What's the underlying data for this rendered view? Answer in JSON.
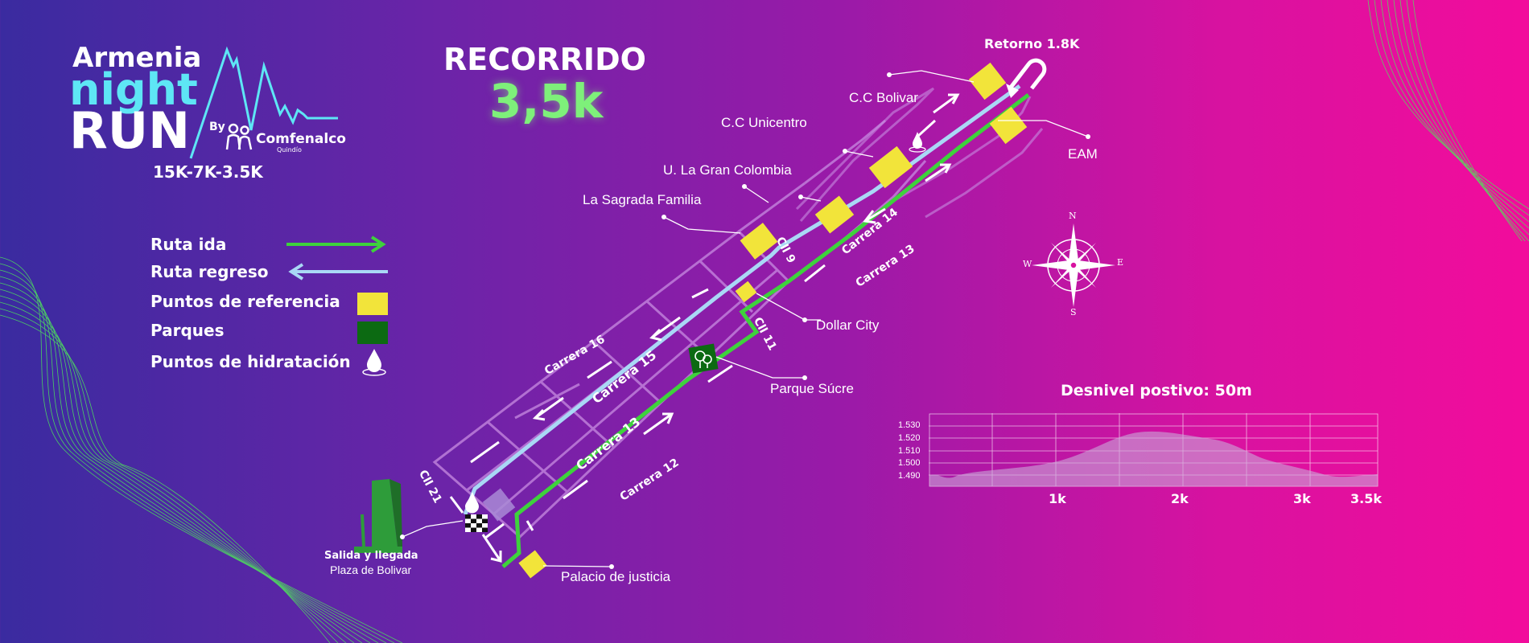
{
  "logo": {
    "line1": "Armenia",
    "line2": "night",
    "line3": "RUN",
    "by": "By",
    "sponsor": "Comfenalco",
    "sponsor_sub": "Quindío",
    "distances": "15K-7K-3.5K"
  },
  "title": {
    "heading": "RECORRIDO",
    "distance": "3,5k"
  },
  "legend": {
    "items": [
      {
        "label": "Ruta ida",
        "symbol": "green-arrow-right"
      },
      {
        "label": "Ruta regreso",
        "symbol": "blue-arrow-left"
      },
      {
        "label": "Puntos de referencia",
        "symbol": "yellow-square"
      },
      {
        "label": "Parques",
        "symbol": "dark-green-square"
      },
      {
        "label": "Puntos de hidratación",
        "symbol": "water-drop-icon"
      }
    ]
  },
  "colors": {
    "route_out": "#3ed23c",
    "route_back": "#a9d8f5",
    "reference": "#f2e43a",
    "park": "#0c6a12",
    "accent_cyan": "#5ee6f5",
    "accent_green": "#7ef07a"
  },
  "landmarks": {
    "retorno": "Retorno 1.8K",
    "cc_bolivar": "C.C Bolivar",
    "cc_unicentro": "C.C Unicentro",
    "eam": "EAM",
    "gran_colombia": "U. La Gran Colombia",
    "sagrada_familia": "La Sagrada Familia",
    "dollar_city": "Dollar City",
    "parque_sucre": "Parque Súcre",
    "palacio": "Palacio de justicia",
    "salida": "Salida y  llegada",
    "plaza": "Plaza de Bolivar"
  },
  "streets": {
    "carrera14": "Carrera 14",
    "carrera13_top": "Carrera 13",
    "cll9": "Cll 9",
    "cll11": "Cll 11",
    "carrera16": "Carrera 16",
    "carrera15": "Carrera 15",
    "carrera13": "Carrera 13",
    "carrera12": "Carrera 12",
    "cll21": "Cll 21"
  },
  "compass": {
    "n": "N",
    "s": "S",
    "e": "E",
    "w": "W"
  },
  "elevation": {
    "title": "Desnivel postivo: 50m",
    "y_ticks": [
      "1.530",
      "1.520",
      "1.510",
      "1.500",
      "1.490"
    ],
    "x_ticks": [
      "1k",
      "2k",
      "3k",
      "3.5k"
    ]
  }
}
